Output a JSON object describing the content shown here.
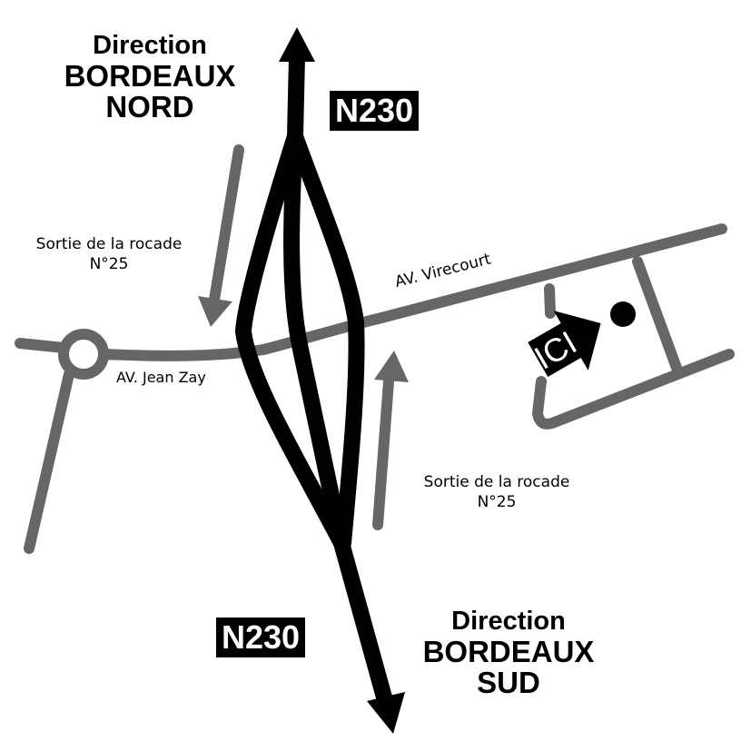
{
  "north": {
    "line1": "Direction",
    "line2": "BORDEAUX",
    "line3": "NORD"
  },
  "south": {
    "line1": "Direction",
    "line2": "BORDEAUX",
    "line3": "SUD"
  },
  "highway_top": "N230",
  "highway_bottom": "N230",
  "exit_left": {
    "line1": "Sortie de la rocade",
    "line2": "N°25"
  },
  "exit_right": {
    "line1": "Sortie de la rocade",
    "line2": "N°25"
  },
  "street_jean_zay": "AV. Jean Zay",
  "street_virecourt": "AV. Virecourt",
  "marker": "ICI",
  "colors": {
    "road": "#666666",
    "highway": "#000000"
  }
}
